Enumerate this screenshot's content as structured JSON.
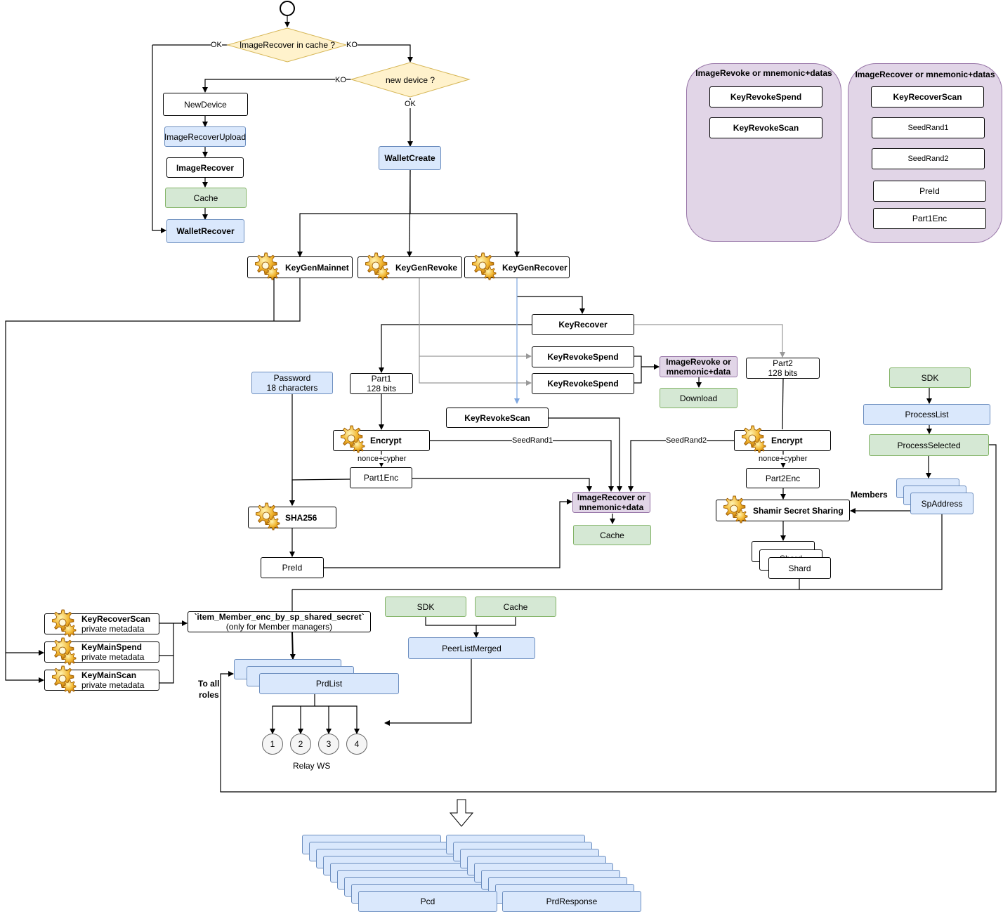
{
  "decisions": {
    "cache": "ImageRecover in cache ?",
    "device": "new device ?"
  },
  "edge_labels": {
    "ok": "OK",
    "ko": "KO",
    "seedrand1": "SeedRand1",
    "seedrand2": "SeedRand2",
    "nonce_cypher": "nonce+cypher",
    "members": "Members",
    "to_all_roles_1": "To all",
    "to_all_roles_2": "roles"
  },
  "left_flow": {
    "new_device": "NewDevice",
    "image_recover_upload": "ImageRecoverUpload",
    "image_recover": "ImageRecover",
    "cache": "Cache",
    "wallet_recover": "WalletRecover"
  },
  "wallet_create": "WalletCreate",
  "keygen": {
    "mainnet": "KeyGenMainnet",
    "revoke": "KeyGenRevoke",
    "recover": "KeyGenRecover"
  },
  "groups": {
    "revoke": {
      "title": "ImageRevoke or mnemonic+datas",
      "items": [
        "KeyRevokeSpend",
        "KeyRevokeScan"
      ]
    },
    "recover": {
      "title": "ImageRecover or mnemonic+datas",
      "items": [
        "KeyRecoverScan",
        "SeedRand1",
        "SeedRand2",
        "PreId",
        "Part1Enc"
      ]
    }
  },
  "key_recover": "KeyRecover",
  "key_revoke_spend_1": "KeyRevokeSpend",
  "key_revoke_spend_2": "KeyRevokeSpend",
  "key_revoke_scan": "KeyRevokeScan",
  "image_revoke": {
    "line1": "ImageRevoke or",
    "line2": "mnemonic+data"
  },
  "download": "Download",
  "part1": {
    "line1": "Part1",
    "line2": "128 bits"
  },
  "part2": {
    "line1": "Part2",
    "line2": "128 bits"
  },
  "password": {
    "line1": "Password",
    "line2": "18 characters"
  },
  "encrypt_1": "Encrypt",
  "encrypt_2": "Encrypt",
  "part1enc": "Part1Enc",
  "part2enc": "Part2Enc",
  "image_recover_box": {
    "line1": "ImageRecover or",
    "line2": "mnemonic+data"
  },
  "cache_mid": "Cache",
  "sha256": "SHA256",
  "preid": "PreId",
  "shamir": "Shamir Secret Sharing",
  "shard_back": "Shard",
  "shard": "Shard",
  "right_flow": {
    "sdk": "SDK",
    "process_list": "ProcessList",
    "process_selected": "ProcessSelected",
    "sp_address": "SpAddress"
  },
  "item_member": {
    "line1": "`item_Member_enc_by_sp_shared_secret`",
    "line2": "(only for Member managers)"
  },
  "left_keys": [
    {
      "title": "KeyRecoverScan",
      "sub": "private metadata"
    },
    {
      "title": "KeyMainSpend",
      "sub": "private metadata"
    },
    {
      "title": "KeyMainScan",
      "sub": "private metadata"
    }
  ],
  "sdk_mid": "SDK",
  "cache_peer": "Cache",
  "peer_list_merged": "PeerListMerged",
  "prd_list": "PrdList",
  "relays": [
    "1",
    "2",
    "3",
    "4"
  ],
  "relay_ws": "Relay WS",
  "pcd": "Pcd",
  "prd_response": "PrdResponse",
  "colors": {
    "blue_fill": "#dae8fc",
    "blue_stroke": "#6c8ebf",
    "green_fill": "#d5e8d4",
    "green_stroke": "#82b366",
    "purple_fill": "#e1d5e7",
    "purple_stroke": "#9673a6",
    "decision_fill": "#fff2cc",
    "decision_stroke": "#d6b656",
    "light_edge": "#7ea6e0",
    "grey_edge": "#999999"
  }
}
